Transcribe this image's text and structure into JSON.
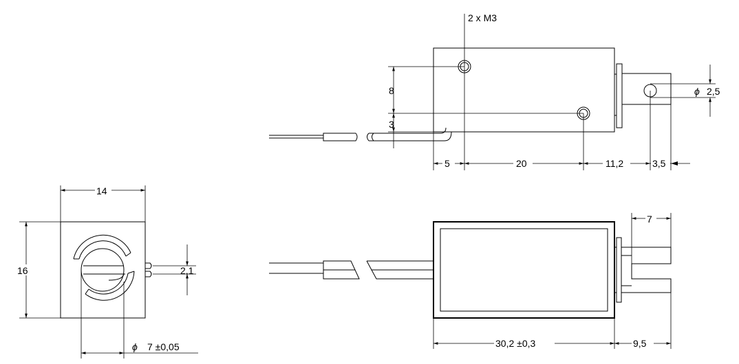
{
  "labels": {
    "thread": "2 x M3",
    "v8": "8",
    "v3": "3",
    "h5": "5",
    "h20": "20",
    "h11_2": "11,2",
    "h3_5": "3,5",
    "pin_dia": "2,5",
    "w14": "14",
    "h16": "16",
    "pin_gap": "2,1",
    "bore_dia": "7 ±0,05",
    "tab7": "7",
    "len30_2": "30,2 ±0,3",
    "tab9_5": "9,5"
  },
  "symbols": {
    "diameter_glyph": "ϕ"
  }
}
